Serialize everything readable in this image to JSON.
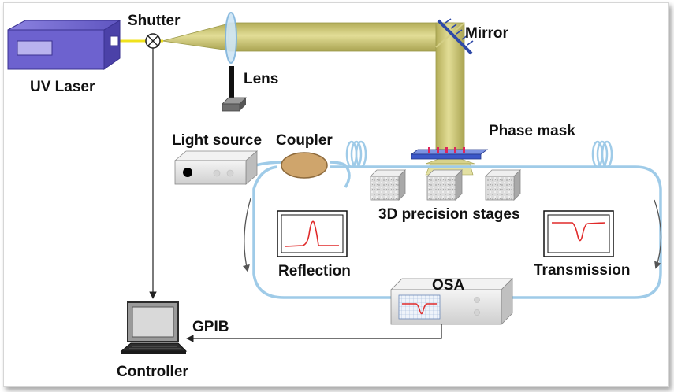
{
  "labels": {
    "shutter": "Shutter",
    "uv_laser": "UV Laser",
    "lens": "Lens",
    "mirror": "Mirror",
    "light_source": "Light source",
    "coupler": "Coupler",
    "phase_mask": "Phase mask",
    "stages": "3D precision stages",
    "reflection": "Reflection",
    "transmission": "Transmission",
    "osa": "OSA",
    "gpib": "GPIB",
    "controller": "Controller"
  },
  "colors": {
    "beam": "#cdc777",
    "beam_edge": "#9c9a4a",
    "fiber": "#9fcbe8",
    "laser_body": "#6e63cf",
    "trace": "#e02a2a",
    "phase_mask": "#3b57c8"
  },
  "icons": [
    "uv-laser-icon",
    "shutter-icon",
    "lens-icon",
    "mirror-icon",
    "light-source-icon",
    "coupler-icon",
    "fiber-coil-icon",
    "phase-mask-icon",
    "precision-stage-icon",
    "reflection-spectrum-icon",
    "transmission-spectrum-icon",
    "osa-icon",
    "computer-icon"
  ]
}
